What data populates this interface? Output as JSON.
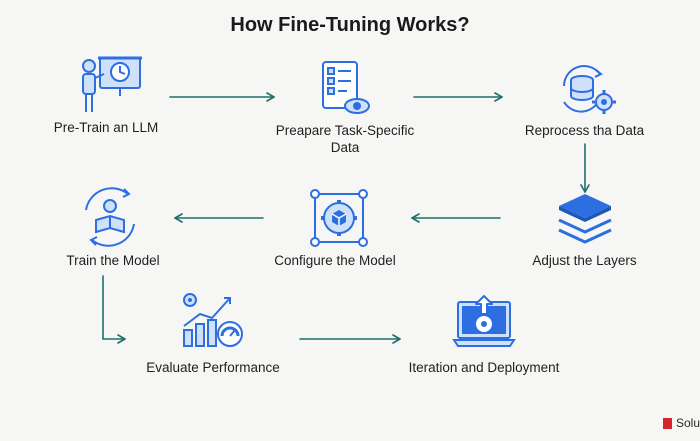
{
  "title": "How Fine-Tuning Works?",
  "steps": {
    "pretrain": "Pre-Train an LLM",
    "prepare_1": "Preapare Task-Specific",
    "prepare_2": "Data",
    "reprocess": "Reprocess tha Data",
    "adjust": "Adjust the Layers",
    "configure": "Configure the Model",
    "train": "Train the Model",
    "evaluate": "Evaluate Performance",
    "iteration": "Iteration and Deployment"
  },
  "brand": {
    "name": "Solu"
  },
  "colors": {
    "arrow": "#1f6f6a",
    "icon_blue": "#2d6fe0",
    "icon_light": "#cfe0fb",
    "background": "#f6f6f4",
    "brand_red": "#d9232d"
  },
  "icons": [
    "teacher-presentation-icon",
    "checklist-eye-icon",
    "data-reprocess-gear-icon",
    "stacked-layers-icon",
    "model-config-cube-icon",
    "train-model-cycle-icon",
    "performance-chart-icon",
    "deployment-laptop-icon"
  ]
}
